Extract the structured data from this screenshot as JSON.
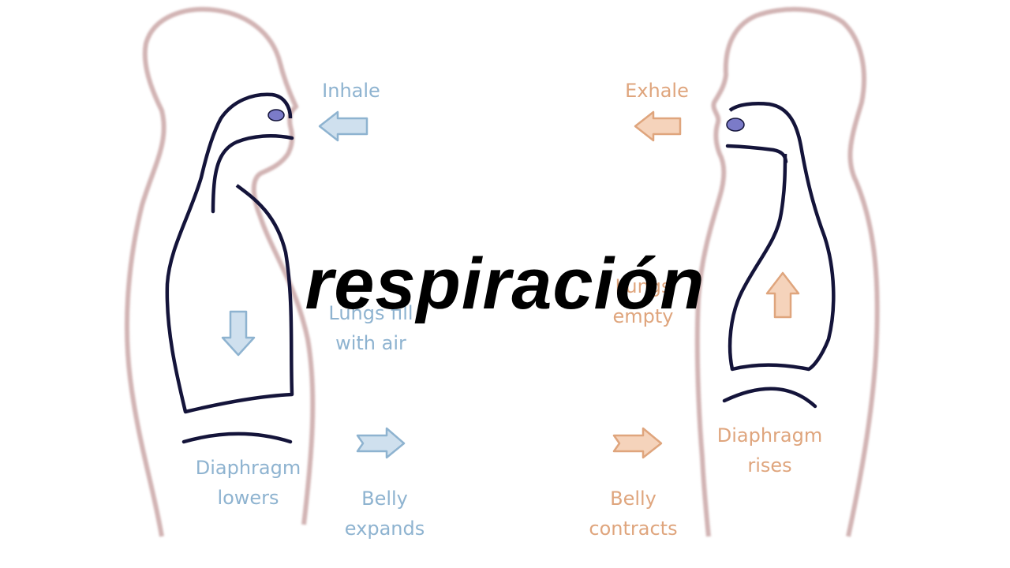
{
  "title": "respiración",
  "inhale": {
    "action": "Inhale",
    "lungs": "Lungs fill\nwith air",
    "diaphragm": "Diaphragm\nlowers",
    "belly": "Belly\nexpands"
  },
  "exhale": {
    "action": "Exhale",
    "lungs": "Lungs\nempty",
    "diaphragm": "Diaphragm\nrises",
    "belly": "Belly\ncontracts"
  },
  "colors": {
    "inhale_accent": "#8eb3d0",
    "exhale_accent": "#dfa57d",
    "body_outline": "#d2b4b4",
    "airway_outline": "#14143a",
    "mouth": "#7b7bc8"
  },
  "icons": {
    "inhale_air": "arrow-left-icon",
    "diaphragm_lower": "arrow-down-icon",
    "belly_expand": "arrow-right-icon",
    "exhale_air": "arrow-left-icon",
    "diaphragm_rise": "arrow-up-icon",
    "belly_contract": "arrow-right-icon"
  }
}
